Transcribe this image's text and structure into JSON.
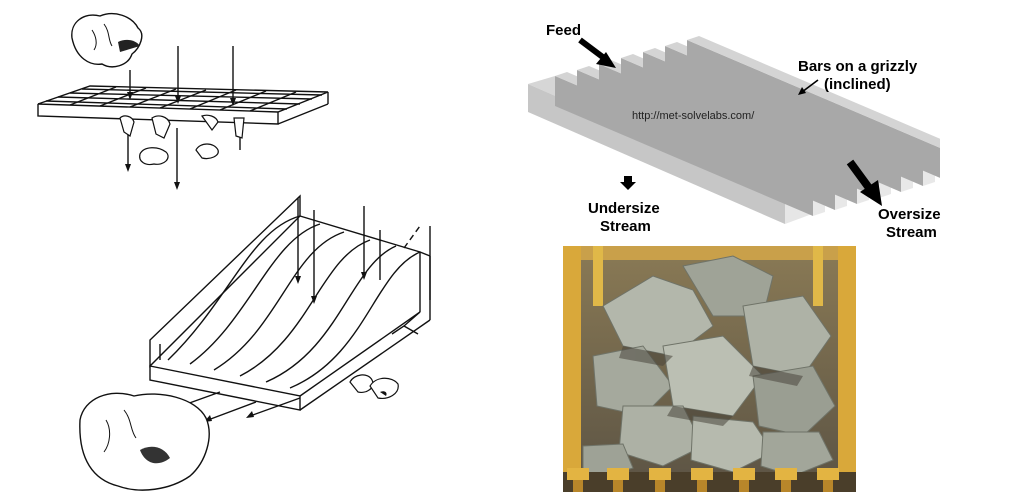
{
  "labels": {
    "feed": "Feed",
    "bars_line1": "Bars on a grizzly",
    "bars_line2": "(inclined)",
    "undersize_line1": "Undersize",
    "undersize_line2": "Stream",
    "oversize_line1": "Oversize",
    "oversize_line2": "Stream",
    "watermark": "http://met-solvelabs.com/"
  },
  "colors": {
    "bar_top": "#d4d4d4",
    "bar_side": "#a8a8a8",
    "bar_end": "#e8e8e8",
    "frame_yellow": "#e0b040",
    "rock_gray": "#a3a79b",
    "arrow": "#000000"
  }
}
